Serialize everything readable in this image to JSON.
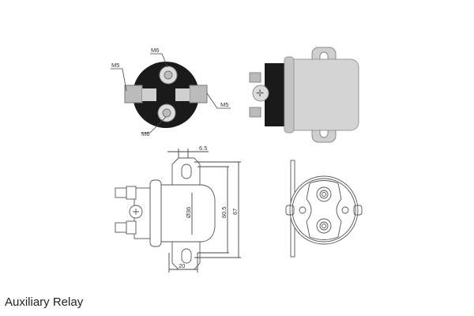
{
  "caption": "Auxiliary Relay",
  "photo_end_view": {
    "labels": {
      "top_terminal": "M6",
      "bottom_terminal": "M6",
      "left_terminal": "M5",
      "right_terminal": "M5"
    }
  },
  "drawing_side_view": {
    "dimensions": {
      "slot_width": "6.5",
      "diameter": "Ø36",
      "hole_spacing": "60.5",
      "flange_height": "67",
      "body_length": "20"
    }
  },
  "colors": {
    "line": "#555555",
    "dim_line": "#444444",
    "photo_dark": "#1a1a1a",
    "photo_metal": "#c8c8c8"
  }
}
